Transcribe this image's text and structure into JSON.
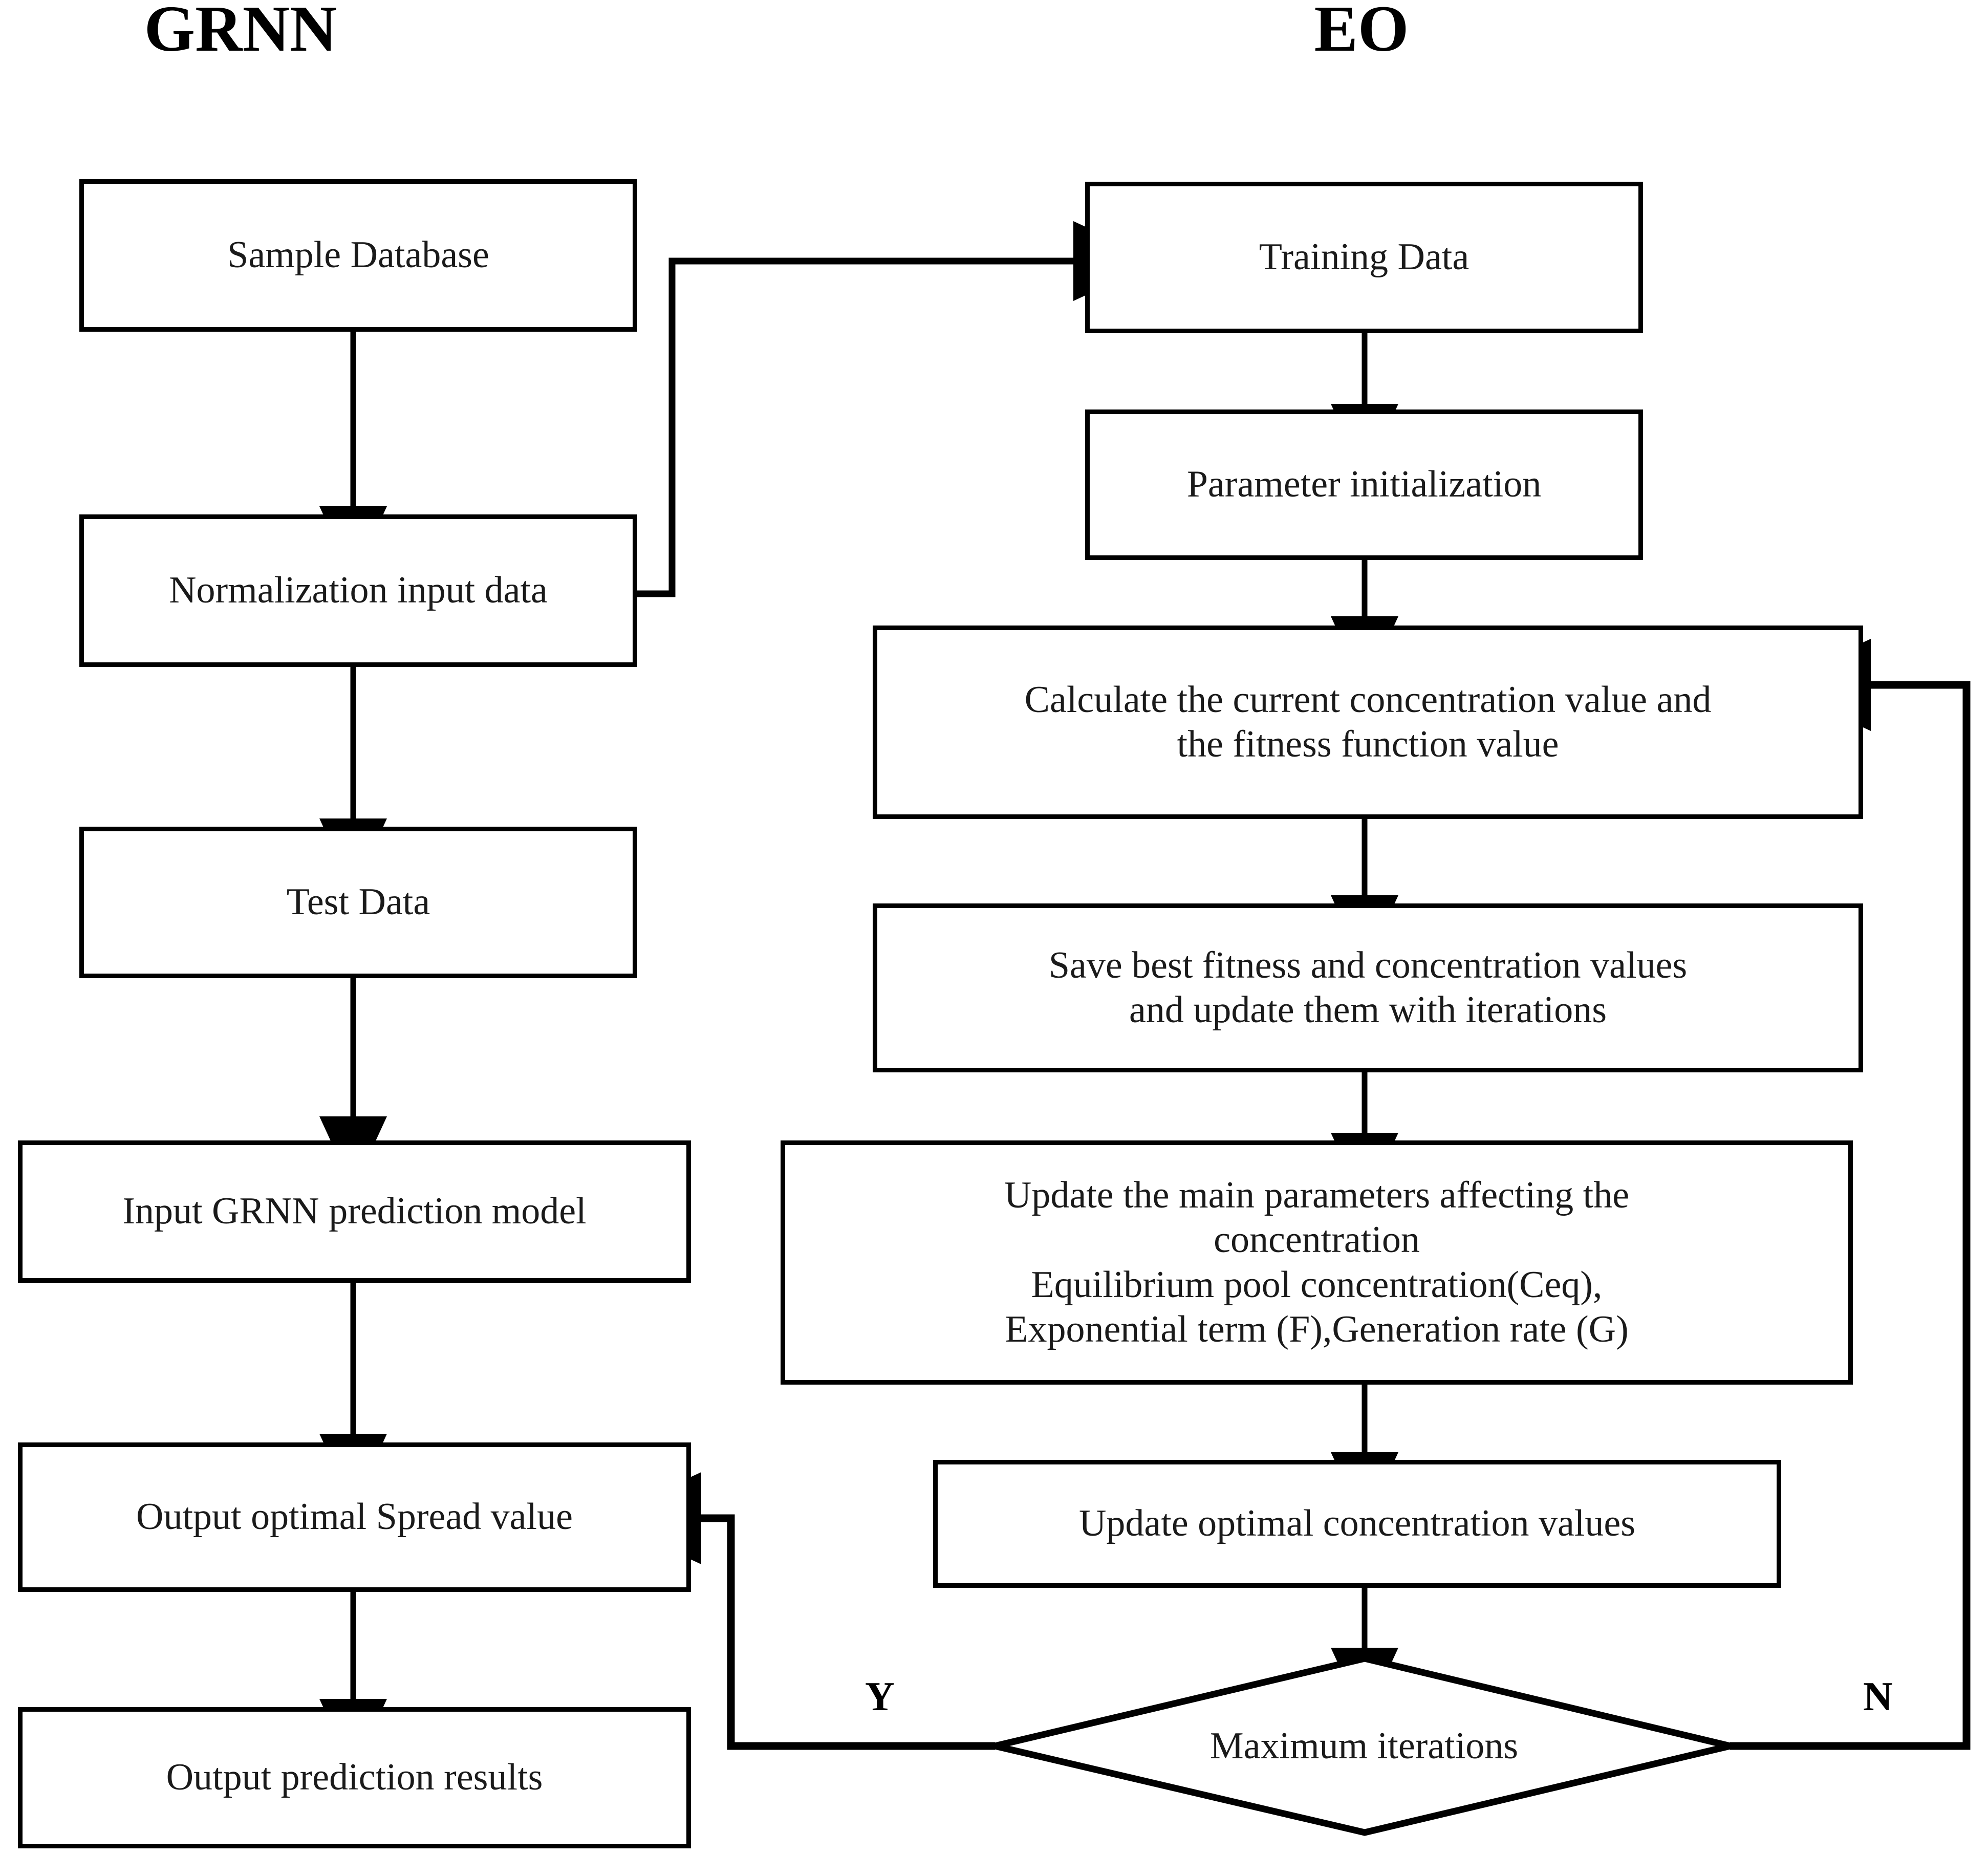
{
  "diagram": {
    "type": "flowchart",
    "background": "#ffffff",
    "line_color": "#000000",
    "text_color": "#1a1a1a",
    "columns": [
      {
        "id": "grnn",
        "title": "GRNN"
      },
      {
        "id": "eo",
        "title": "EO"
      }
    ],
    "nodes": [
      {
        "id": "sample-database",
        "label": "Sample Database",
        "shape": "rect",
        "column": "grnn"
      },
      {
        "id": "normalization",
        "label": "Normalization input data",
        "shape": "rect",
        "column": "grnn"
      },
      {
        "id": "test-data",
        "label": "Test Data",
        "shape": "rect",
        "column": "grnn"
      },
      {
        "id": "input-grnn-model",
        "label": "Input GRNN prediction model",
        "shape": "rect",
        "column": "grnn"
      },
      {
        "id": "output-spread",
        "label": "Output optimal Spread value",
        "shape": "rect",
        "column": "grnn"
      },
      {
        "id": "output-prediction",
        "label": "Output prediction results",
        "shape": "rect",
        "column": "grnn"
      },
      {
        "id": "training-data",
        "label": "Training Data",
        "shape": "rect",
        "column": "eo"
      },
      {
        "id": "parameter-init",
        "label": "Parameter initialization",
        "shape": "rect",
        "column": "eo"
      },
      {
        "id": "calculate-concentration",
        "label": "Calculate the current concentration value and\nthe fitness function value",
        "shape": "rect",
        "column": "eo"
      },
      {
        "id": "save-best-fitness",
        "label": "Save best fitness  and concentration values\nand update them with iterations",
        "shape": "rect",
        "column": "eo"
      },
      {
        "id": "update-main-parameters",
        "label": "Update the main parameters affecting the\nconcentration\nEquilibrium pool concentration(Ceq),\nExponential term (F),Generation rate (G)",
        "shape": "rect",
        "column": "eo"
      },
      {
        "id": "update-optimal-concentration",
        "label": "Update optimal concentration values",
        "shape": "rect",
        "column": "eo"
      },
      {
        "id": "maximum-iterations",
        "label": "Maximum iterations",
        "shape": "diamond",
        "column": "eo"
      }
    ],
    "branch_labels": [
      {
        "id": "yes",
        "label": "Y"
      },
      {
        "id": "no",
        "label": "N"
      }
    ],
    "edges": [
      {
        "from": "sample-database",
        "to": "normalization",
        "kind": "straight-down"
      },
      {
        "from": "normalization",
        "to": "training-data",
        "kind": "elbow-right-up"
      },
      {
        "from": "normalization",
        "to": "test-data",
        "kind": "straight-down"
      },
      {
        "from": "test-data",
        "to": "input-grnn-model",
        "kind": "straight-down"
      },
      {
        "from": "input-grnn-model",
        "to": "output-spread",
        "kind": "straight-down"
      },
      {
        "from": "output-spread",
        "to": "output-prediction",
        "kind": "straight-down"
      },
      {
        "from": "training-data",
        "to": "parameter-init",
        "kind": "straight-down"
      },
      {
        "from": "parameter-init",
        "to": "calculate-concentration",
        "kind": "straight-down"
      },
      {
        "from": "calculate-concentration",
        "to": "save-best-fitness",
        "kind": "straight-down"
      },
      {
        "from": "save-best-fitness",
        "to": "update-main-parameters",
        "kind": "straight-down"
      },
      {
        "from": "update-main-parameters",
        "to": "update-optimal-concentration",
        "kind": "straight-down"
      },
      {
        "from": "update-optimal-concentration",
        "to": "maximum-iterations",
        "kind": "straight-down"
      },
      {
        "from": "maximum-iterations",
        "to": "output-spread",
        "kind": "elbow-left-up",
        "label": "Y"
      },
      {
        "from": "maximum-iterations",
        "to": "calculate-concentration",
        "kind": "elbow-right-up",
        "label": "N"
      }
    ]
  }
}
